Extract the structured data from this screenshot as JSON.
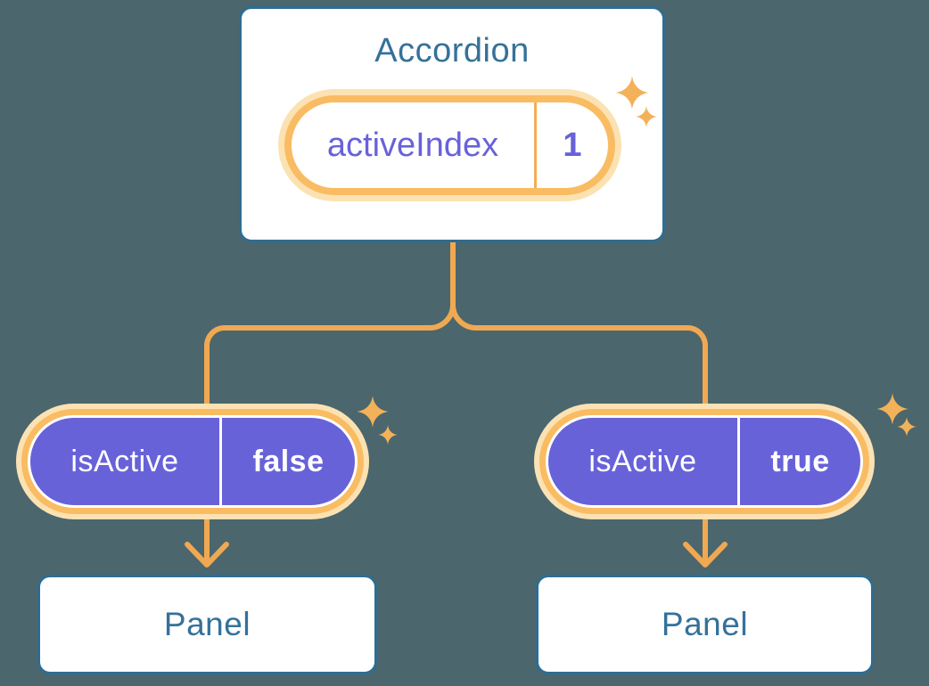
{
  "colors": {
    "background": "#4B666D",
    "card_border": "#2E6D92",
    "heading_text": "#35719A",
    "pill_purple": "#6862D9",
    "orange_ring": "#F9BC63",
    "orange_glow": "#FCE2B2",
    "connector_line": "#F0A852",
    "sparkle": "#F3B159"
  },
  "accordion": {
    "title": "Accordion",
    "state": {
      "label": "activeIndex",
      "value": "1"
    }
  },
  "props": [
    {
      "label": "isActive",
      "value": "false"
    },
    {
      "label": "isActive",
      "value": "true"
    }
  ],
  "panels": [
    {
      "title": "Panel"
    },
    {
      "title": "Panel"
    }
  ],
  "icons": {
    "sparkle": "sparkle-icon"
  }
}
